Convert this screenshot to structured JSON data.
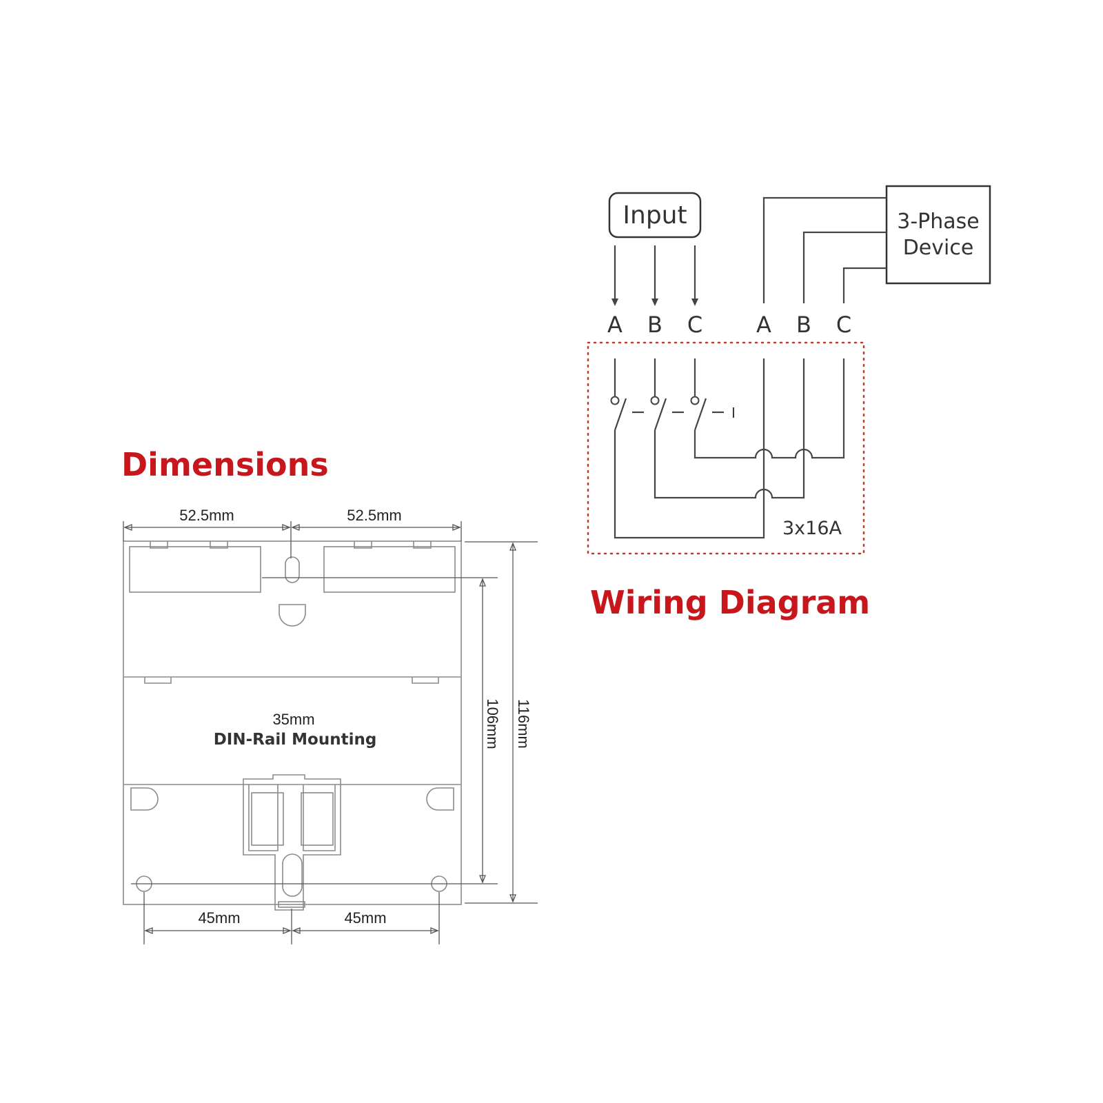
{
  "dimensions": {
    "title": "Dimensions",
    "top_left_width": "52.5mm",
    "top_right_width": "52.5mm",
    "inner_height": "106mm",
    "outer_height": "116mm",
    "rail_size": "35mm",
    "rail_label": "DIN-Rail Mounting",
    "bottom_left_spacing": "45mm",
    "bottom_right_spacing": "45mm"
  },
  "wiring": {
    "title": "Wiring Diagram",
    "input_label": "Input",
    "device_line1": "3-Phase",
    "device_line2": "Device",
    "rating": "3x16A",
    "input_terminals": [
      "A",
      "B",
      "C"
    ],
    "output_terminals": [
      "A",
      "B",
      "C"
    ],
    "switch_state_mark": "I",
    "accent_color": "#c8161d",
    "enclosure_color": "#c0392b"
  }
}
